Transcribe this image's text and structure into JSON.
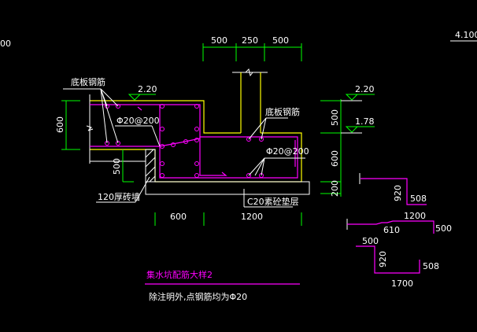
{
  "drawing": {
    "title": "集水坑配筋大样2",
    "note": "除注明外,点钢筋均为Φ20",
    "edge_left_text": "00",
    "edge_right_text": "4.100",
    "top_dims": [
      "500",
      "250",
      "500"
    ],
    "left_dims": [
      "600",
      "500"
    ],
    "bottom_dims": [
      "600",
      "1200"
    ],
    "level_left": "2.20",
    "labels": {
      "bottom_rebar_left": "底板钢筋",
      "bottom_rebar_right": "底板钢筋",
      "stirrup_left": "Φ20@200",
      "stirrup_right": "Φ20@200",
      "brick_wall": "120厚砖墙",
      "cushion": "C20素砼垫层"
    },
    "section": {
      "levels": [
        "2.20",
        "1.78"
      ],
      "dims": [
        "500",
        "600",
        "200"
      ]
    },
    "bar_shapes": [
      {
        "dims": [
          "920",
          "508"
        ]
      },
      {
        "dims": [
          "1200",
          "610",
          "500"
        ]
      },
      {
        "dims": [
          "500",
          "920",
          "508",
          "1700"
        ]
      }
    ],
    "colors": {
      "rebar": "#ff00ff",
      "outline": "#ffff00",
      "dimension": "#00ff00"
    }
  }
}
